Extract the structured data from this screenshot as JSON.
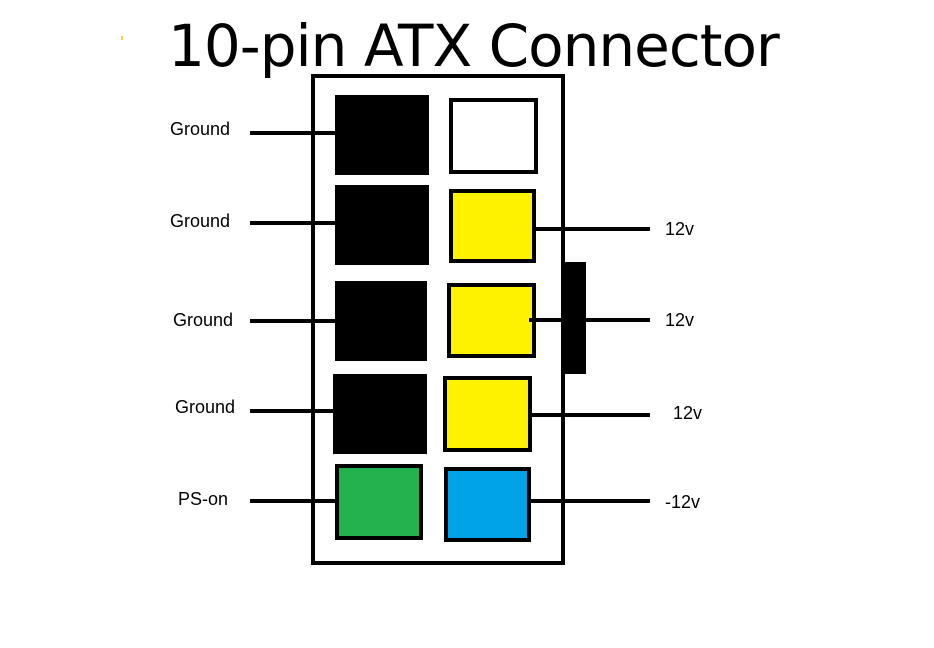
{
  "title": "10-pin ATX Connector",
  "colors": {
    "outline": "#000000",
    "ground": "#000000",
    "unused": "#ffffff",
    "v12": "#fff200",
    "ps_on": "#22b14c",
    "neg12": "#00a2e8"
  },
  "left_pins": [
    {
      "label": "Ground",
      "color": "#000000"
    },
    {
      "label": "Ground",
      "color": "#000000"
    },
    {
      "label": "Ground",
      "color": "#000000"
    },
    {
      "label": "Ground",
      "color": "#000000"
    },
    {
      "label": "PS-on",
      "color": "#22b14c"
    }
  ],
  "right_pins": [
    {
      "label": "",
      "color": "#ffffff"
    },
    {
      "label": "12v",
      "color": "#fff200"
    },
    {
      "label": "12v",
      "color": "#fff200"
    },
    {
      "label": "12v",
      "color": "#fff200"
    },
    {
      "label": "-12v",
      "color": "#00a2e8"
    }
  ]
}
